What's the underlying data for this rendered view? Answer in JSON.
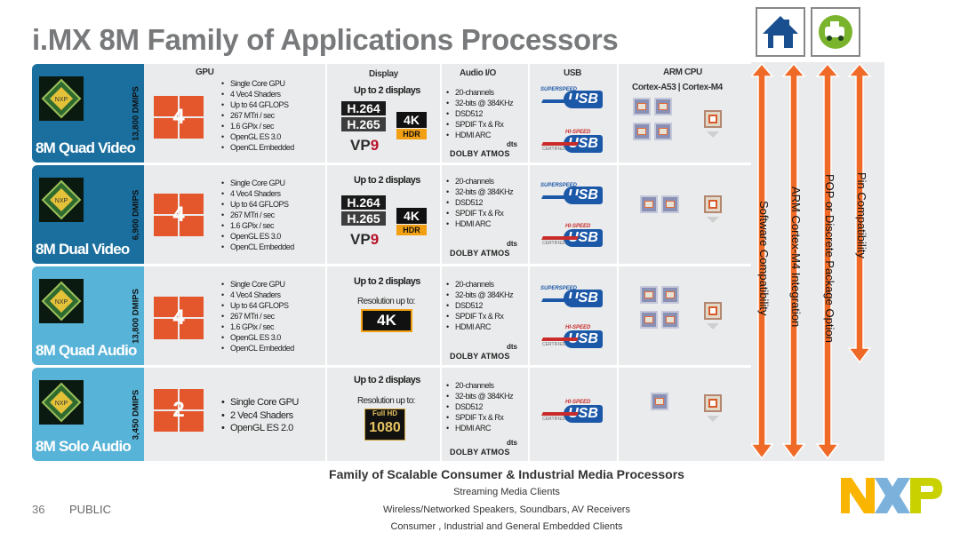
{
  "title": "i.MX 8M Family of Applications Processors",
  "headers": {
    "gpu": "GPU",
    "display": "Display",
    "audio": "Audio I/O",
    "usb": "USB",
    "cpu": "ARM CPU",
    "cpu_cores": "Cortex-A53 | Cortex-M4"
  },
  "chip_logo_text": "NXP",
  "rows": [
    {
      "name": "8M Quad Video",
      "dmips": "13,800 DMIPS",
      "gpu_count": "4",
      "gpu_specs": [
        "Single Core GPU",
        "4 Vec4 Shaders",
        "Up to 64 GFLOPS",
        "267 MTri / sec",
        "1.6 GPix / sec",
        "OpenGL ES 3.0",
        "OpenCL Embedded"
      ],
      "display_title": "Up to 2 displays",
      "audio": [
        "20-channels",
        "32-bits @ 384KHz",
        "DSD512",
        "SPDIF Tx & Rx",
        "HDMI ARC"
      ]
    },
    {
      "name": "8M Dual Video",
      "dmips": "6,900 DMIPS",
      "gpu_count": "4",
      "gpu_specs": [
        "Single Core GPU",
        "4 Vec4 Shaders",
        "Up to 64 GFLOPS",
        "267 MTri / sec",
        "1.6 GPix / sec",
        "OpenGL ES 3.0",
        "OpenCL Embedded"
      ],
      "display_title": "Up to 2 displays",
      "audio": [
        "20-channels",
        "32-bits @ 384KHz",
        "DSD512",
        "SPDIF Tx & Rx",
        "HDMI ARC"
      ]
    },
    {
      "name": "8M Quad Audio",
      "dmips": "13,800 DMIPS",
      "gpu_count": "4",
      "gpu_specs": [
        "Single Core GPU",
        "4 Vec4 Shaders",
        "Up to 64 GFLOPS",
        "267 MTri / sec",
        "1.6 GPix / sec",
        "OpenGL ES 3.0",
        "OpenCL Embedded"
      ],
      "display_title": "Up to 2 displays",
      "resolution": "Resolution up to:",
      "audio": [
        "20-channels",
        "32-bits @ 384KHz",
        "DSD512",
        "SPDIF Tx & Rx",
        "HDMI ARC"
      ]
    },
    {
      "name": "8M Solo Audio",
      "dmips": "3,450 DMIPS",
      "gpu_count": "2",
      "gpu_specs": [
        "Single Core GPU",
        "2 Vec4 Shaders",
        "OpenGL ES 2.0"
      ],
      "display_title": "Up to 2 displays",
      "resolution": "Resolution up to:",
      "audio": [
        "20-channels",
        "32-bits @ 384KHz",
        "DSD512",
        "SPDIF Tx & Rx",
        "HDMI ARC"
      ]
    }
  ],
  "badges": {
    "h264": "H.264",
    "h265": "H.265",
    "vp": "VP",
    "vp9": "9",
    "k4": "4K",
    "hdr": "HDR",
    "fullhd": "Full HD",
    "n1080": "1080",
    "dts": "dts",
    "dolby": "DOLBY ATMOS",
    "usb": "USB",
    "superspeed": "SUPERSPEED",
    "hispeed": "HI-SPEED",
    "certified": "CERTIFIED"
  },
  "compatibility": {
    "software": "Software Compatibility",
    "arm": "ARM Cortex-M4 Integration",
    "pop": "POP or Discrete Package Option",
    "pin": "Pin Compatibility"
  },
  "footer": {
    "title": "Family of Scalable Consumer & Industrial Media Processors",
    "lines": [
      "Streaming Media Clients",
      "Wireless/Networked Speakers, Soundbars, AV Receivers",
      "Consumer , Industrial and General Embedded Clients"
    ],
    "page": "36",
    "classification": "PUBLIC"
  },
  "colors": {
    "title": "#77797b",
    "row_label_dark": "#1a6f9e",
    "row_label_light": "#58b3d8",
    "gpu_orange": "#e4562c",
    "arrow_orange": "#f06a27",
    "nxp_yellow": "#f9b500",
    "nxp_blue": "#7bb1db",
    "nxp_green": "#c9d200"
  }
}
